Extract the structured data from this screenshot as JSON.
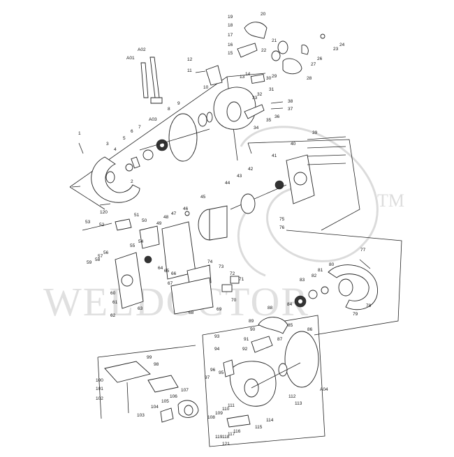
{
  "watermark": {
    "text": "WELDOCTOR",
    "trademark": "TM"
  },
  "labels": [
    {
      "id": "p1",
      "text": "1"
    },
    {
      "id": "p2",
      "text": "2"
    },
    {
      "id": "p3",
      "text": "3"
    },
    {
      "id": "p4",
      "text": "4"
    },
    {
      "id": "p5",
      "text": "5"
    },
    {
      "id": "p6",
      "text": "6"
    },
    {
      "id": "p7",
      "text": "7"
    },
    {
      "id": "p8",
      "text": "8"
    },
    {
      "id": "p9",
      "text": "9"
    },
    {
      "id": "p10",
      "text": "10"
    },
    {
      "id": "p11",
      "text": "11"
    },
    {
      "id": "p12",
      "text": "12"
    },
    {
      "id": "p13",
      "text": "13"
    },
    {
      "id": "p14",
      "text": "14"
    },
    {
      "id": "p15",
      "text": "15"
    },
    {
      "id": "p16",
      "text": "16"
    },
    {
      "id": "p17",
      "text": "17"
    },
    {
      "id": "p18",
      "text": "18"
    },
    {
      "id": "p19",
      "text": "19"
    },
    {
      "id": "p20",
      "text": "20"
    },
    {
      "id": "p21",
      "text": "21"
    },
    {
      "id": "p22",
      "text": "22"
    },
    {
      "id": "p23",
      "text": "23"
    },
    {
      "id": "p24",
      "text": "24"
    },
    {
      "id": "p26",
      "text": "26"
    },
    {
      "id": "p27",
      "text": "27"
    },
    {
      "id": "p28",
      "text": "28"
    },
    {
      "id": "p29",
      "text": "29"
    },
    {
      "id": "p30",
      "text": "30"
    },
    {
      "id": "p31",
      "text": "31"
    },
    {
      "id": "p32",
      "text": "32"
    },
    {
      "id": "p33",
      "text": "33"
    },
    {
      "id": "p34",
      "text": "34"
    },
    {
      "id": "p35",
      "text": "35"
    },
    {
      "id": "p36",
      "text": "36"
    },
    {
      "id": "p37",
      "text": "37"
    },
    {
      "id": "p38",
      "text": "38"
    },
    {
      "id": "p39",
      "text": "39"
    },
    {
      "id": "p40",
      "text": "40"
    },
    {
      "id": "p41",
      "text": "41"
    },
    {
      "id": "p42",
      "text": "42"
    },
    {
      "id": "p43",
      "text": "43"
    },
    {
      "id": "p44",
      "text": "44"
    },
    {
      "id": "p45",
      "text": "45"
    },
    {
      "id": "p46",
      "text": "46"
    },
    {
      "id": "p47",
      "text": "47"
    },
    {
      "id": "p48",
      "text": "48"
    },
    {
      "id": "p49",
      "text": "49"
    },
    {
      "id": "p50",
      "text": "50"
    },
    {
      "id": "p51",
      "text": "51"
    },
    {
      "id": "p52",
      "text": "52"
    },
    {
      "id": "p53",
      "text": "53"
    },
    {
      "id": "p54",
      "text": "54"
    },
    {
      "id": "p55",
      "text": "55"
    },
    {
      "id": "p56",
      "text": "56"
    },
    {
      "id": "p57",
      "text": "57"
    },
    {
      "id": "p58",
      "text": "58"
    },
    {
      "id": "p59",
      "text": "59"
    },
    {
      "id": "p60",
      "text": "60"
    },
    {
      "id": "p61",
      "text": "61"
    },
    {
      "id": "p62",
      "text": "62"
    },
    {
      "id": "p63",
      "text": "63"
    },
    {
      "id": "p64",
      "text": "64"
    },
    {
      "id": "p65",
      "text": "65"
    },
    {
      "id": "p66",
      "text": "66"
    },
    {
      "id": "p67",
      "text": "67"
    },
    {
      "id": "p68",
      "text": "68"
    },
    {
      "id": "p69",
      "text": "69"
    },
    {
      "id": "p70",
      "text": "70"
    },
    {
      "id": "p71",
      "text": "71"
    },
    {
      "id": "p72",
      "text": "72"
    },
    {
      "id": "p73",
      "text": "73"
    },
    {
      "id": "p74",
      "text": "74"
    },
    {
      "id": "p75",
      "text": "75"
    },
    {
      "id": "p76",
      "text": "76"
    },
    {
      "id": "p77",
      "text": "77"
    },
    {
      "id": "p78",
      "text": "78"
    },
    {
      "id": "p79",
      "text": "79"
    },
    {
      "id": "p80",
      "text": "80"
    },
    {
      "id": "p81",
      "text": "81"
    },
    {
      "id": "p82",
      "text": "82"
    },
    {
      "id": "p83",
      "text": "83"
    },
    {
      "id": "p84",
      "text": "84"
    },
    {
      "id": "p85",
      "text": "85"
    },
    {
      "id": "p86",
      "text": "86"
    },
    {
      "id": "p87",
      "text": "87"
    },
    {
      "id": "p88",
      "text": "88"
    },
    {
      "id": "p89",
      "text": "89"
    },
    {
      "id": "p90",
      "text": "90"
    },
    {
      "id": "p91",
      "text": "91"
    },
    {
      "id": "p92",
      "text": "92"
    },
    {
      "id": "p93",
      "text": "93"
    },
    {
      "id": "p94",
      "text": "94"
    },
    {
      "id": "p95",
      "text": "95"
    },
    {
      "id": "p96",
      "text": "96"
    },
    {
      "id": "p97",
      "text": "97"
    },
    {
      "id": "p98",
      "text": "98"
    },
    {
      "id": "p99",
      "text": "99"
    },
    {
      "id": "p100",
      "text": "100"
    },
    {
      "id": "p101",
      "text": "101"
    },
    {
      "id": "p102",
      "text": "102"
    },
    {
      "id": "p103",
      "text": "103"
    },
    {
      "id": "p104",
      "text": "104"
    },
    {
      "id": "p105",
      "text": "105"
    },
    {
      "id": "p106",
      "text": "106"
    },
    {
      "id": "p107",
      "text": "107"
    },
    {
      "id": "p108",
      "text": "108"
    },
    {
      "id": "p109",
      "text": "109"
    },
    {
      "id": "p110",
      "text": "110"
    },
    {
      "id": "p111",
      "text": "111"
    },
    {
      "id": "p112",
      "text": "112"
    },
    {
      "id": "p113",
      "text": "113"
    },
    {
      "id": "p114",
      "text": "114"
    },
    {
      "id": "p115",
      "text": "115"
    },
    {
      "id": "p116",
      "text": "116"
    },
    {
      "id": "p117",
      "text": "117"
    },
    {
      "id": "p118",
      "text": "118"
    },
    {
      "id": "p119",
      "text": "119"
    },
    {
      "id": "p120",
      "text": "120"
    },
    {
      "id": "p121",
      "text": "121"
    },
    {
      "id": "a01",
      "text": "A01"
    },
    {
      "id": "a02",
      "text": "A02"
    },
    {
      "id": "a03",
      "text": "A03"
    },
    {
      "id": "a04",
      "text": "A04"
    }
  ],
  "colors": {
    "line": "#222222",
    "watermark": "#c8c8c8"
  }
}
